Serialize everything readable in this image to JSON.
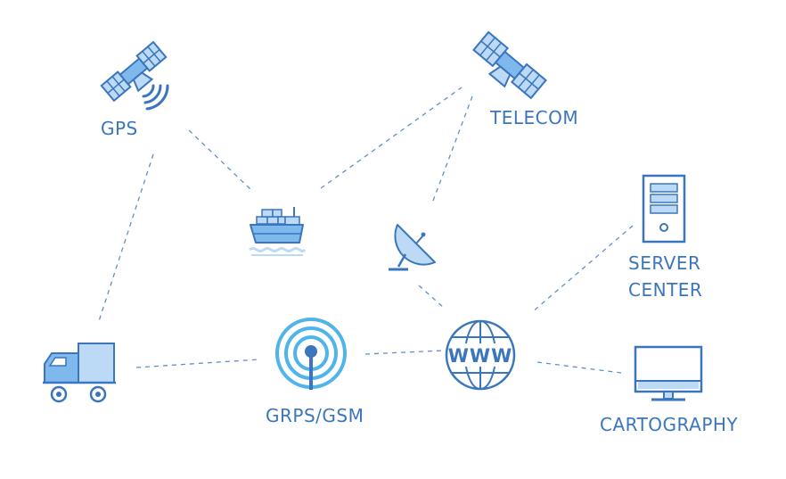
{
  "nodes": {
    "gps": {
      "label": "GPS",
      "icon": "satellite-icon"
    },
    "telecom": {
      "label": "TELECOM",
      "icon": "satellite-icon"
    },
    "ship": {
      "icon": "cargo-ship-icon"
    },
    "dish": {
      "icon": "satellite-dish-icon"
    },
    "server": {
      "label_line1": "SERVER",
      "label_line2": "CENTER",
      "icon": "server-icon"
    },
    "truck": {
      "icon": "truck-icon"
    },
    "grps": {
      "label": "GRPS/GSM",
      "icon": "antenna-signal-icon"
    },
    "www": {
      "label": "WWW",
      "icon": "globe-icon"
    },
    "cartography": {
      "label": "CARTOGRAPHY",
      "icon": "monitor-icon"
    }
  },
  "colors": {
    "primary": "#3b76bd",
    "fill_light": "#bcd9f5",
    "fill_mid": "#7fb8ec",
    "signal": "#4fb3ec",
    "line": "#5f8ecb"
  }
}
